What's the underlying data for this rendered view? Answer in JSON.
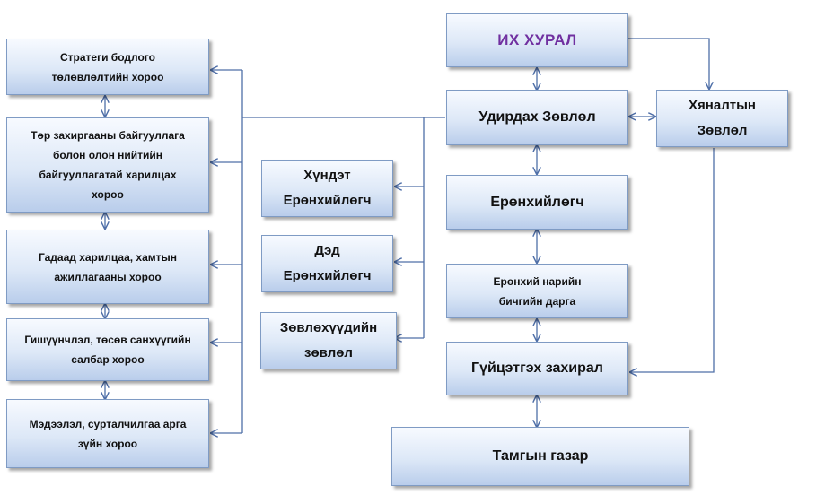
{
  "colors": {
    "connector": "#4f6fa8",
    "title_text": "#7030a0",
    "box_border": "#7f9bc4"
  },
  "nodes": {
    "ikh_khural": "ИХ ХУРАЛ",
    "udirdakh_zovlol": "Удирдах Зөвлөл",
    "khyanaltyn_zovlol": "Хяналтын\nЗөвлөл",
    "eronkhiilogch": "Ерөнхийлөгч",
    "eronkhii_nariin_bichgiin_darga": "Ерөнхий нарийн\nбичгийн дарга",
    "guitsetgekh_zakhiral": "Гүйцэтгэх захирал",
    "tamgyn_gazar": "Тамгын газар",
    "khundet_eronkhiilogch": "Хүндэт\nЕрөнхийлөгч",
    "ded_eronkhiilogch": "Дэд\nЕрөнхийлөгч",
    "zovlokhuudiin_zovlol": "Зөвлөхүүдийн\nзөвлөл",
    "committees": [
      "Стратеги бодлого\nтөлөвлөлтийн хороо",
      "Төр захиргааны байгууллага\nболон олон нийтийн\nбайгууллагатай харилцах\nхороо",
      "Гадаад харилцаа, хамтын\nажиллагааны хороо",
      "Гишүүнчлэл, төсөв санхүүгийн\nсалбар хороо",
      "Мэдээлэл, сурталчилгаа арга\nзүйн хороо"
    ]
  }
}
